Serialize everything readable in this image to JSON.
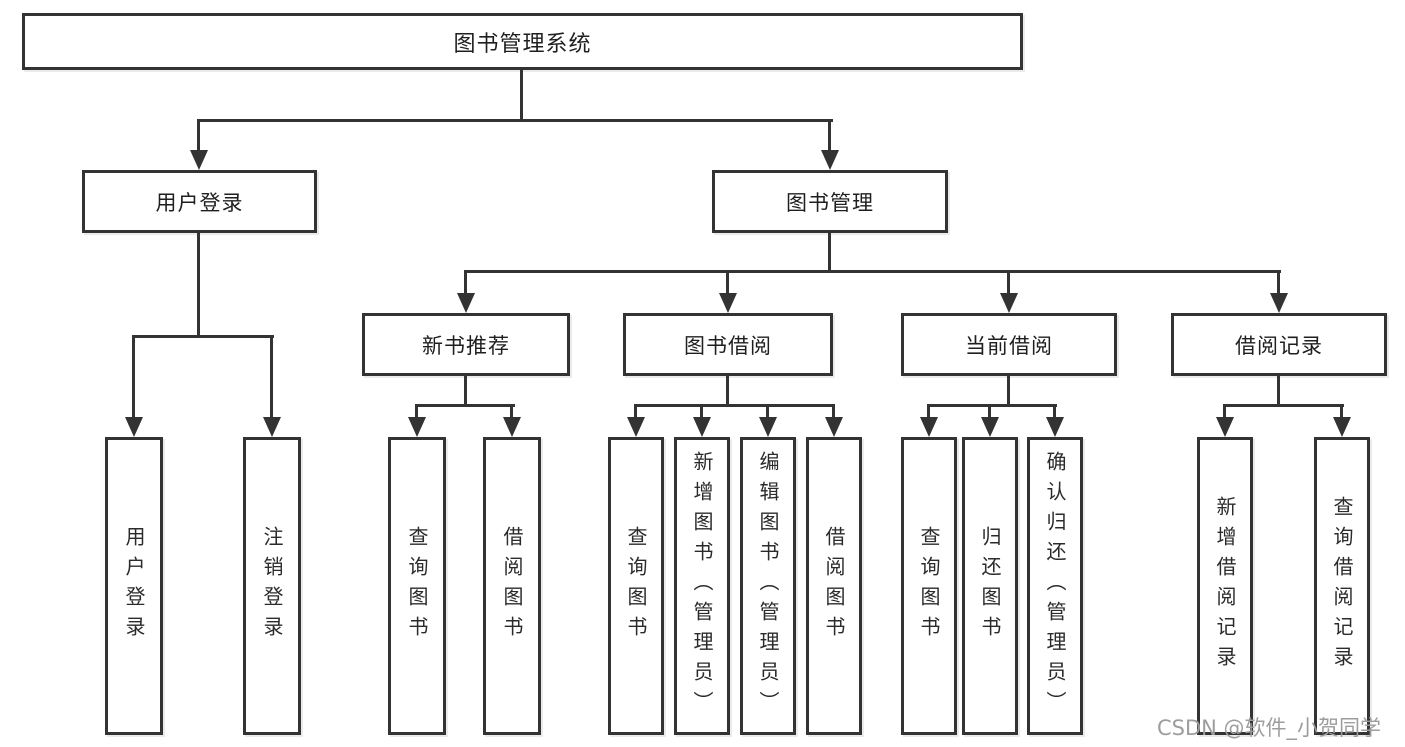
{
  "watermark": "CSDN @软件_小贺同学",
  "colors": {
    "line": "#333333",
    "text": "#1f1f1f",
    "box_background": "#ffffff",
    "watermark": "#9d9d9d"
  },
  "tree": {
    "label": "图书管理系统",
    "children": [
      {
        "label": "用户登录",
        "children": [
          {
            "label": "用户登录"
          },
          {
            "label": "注销登录"
          }
        ]
      },
      {
        "label": "图书管理",
        "children": [
          {
            "label": "新书推荐",
            "children": [
              {
                "label": "查询图书"
              },
              {
                "label": "借阅图书"
              }
            ]
          },
          {
            "label": "图书借阅",
            "children": [
              {
                "label": "查询图书"
              },
              {
                "label": "新增图书（管理员）"
              },
              {
                "label": "编辑图书（管理员）"
              },
              {
                "label": "借阅图书"
              }
            ]
          },
          {
            "label": "当前借阅",
            "children": [
              {
                "label": "查询图书"
              },
              {
                "label": "归还图书"
              },
              {
                "label": "确认归还（管理员）"
              }
            ]
          },
          {
            "label": "借阅记录",
            "children": [
              {
                "label": "新增借阅记录"
              },
              {
                "label": "查询借阅记录"
              }
            ]
          }
        ]
      }
    ]
  }
}
